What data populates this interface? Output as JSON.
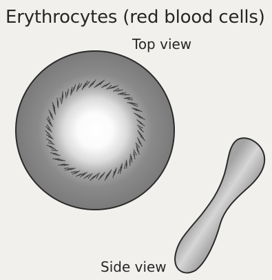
{
  "figure": {
    "title": "Erythrocytes (red blood cells)",
    "top_view_label": "Top view",
    "side_view_label": "Side view"
  },
  "colors": {
    "background": "#f2f0ed",
    "cell_rim": "#7a7a7a",
    "cell_center": "#ffffff",
    "outline": "#2a2a2a",
    "text": "#262626"
  }
}
